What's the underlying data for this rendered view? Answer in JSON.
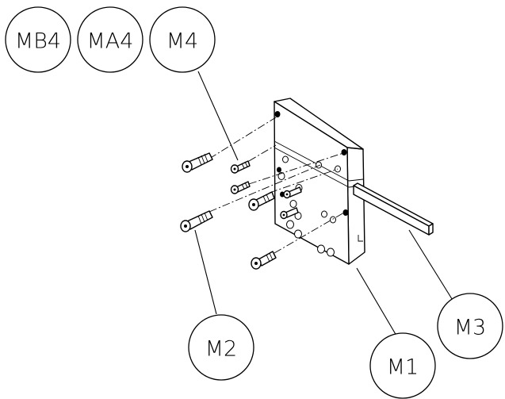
{
  "callouts": {
    "mb4": "MB4",
    "ma4": "MA4",
    "m4": "M4",
    "m1": "M1",
    "m2": "M2",
    "m3": "M3"
  },
  "colors": {
    "line": "#000000",
    "background": "#ffffff"
  }
}
